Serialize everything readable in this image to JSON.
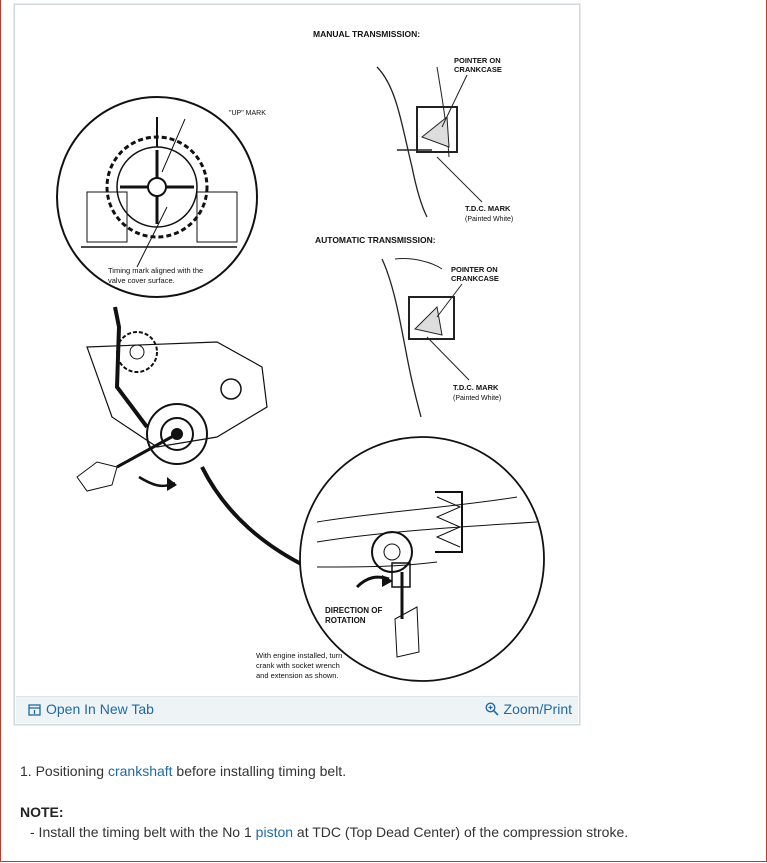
{
  "figure": {
    "labels": {
      "manual_title": "MANUAL TRANSMISSION:",
      "pointer_line1": "POINTER ON",
      "pointer_line2": "CRANKCASE",
      "up_mark": "\"UP\" MARK",
      "tdc_line1": "T.D.C. MARK",
      "tdc_line2": "(Painted White)",
      "auto_title": "AUTOMATIC TRANSMISSION:",
      "timing_line1": "Timing mark aligned with the",
      "timing_line2": "valve cover surface.",
      "direction_line1": "DIRECTION OF",
      "direction_line2": "ROTATION",
      "install_line1": "With engine installed, turn",
      "install_line2": "crank with socket wrench",
      "install_line3": "and extension as shown."
    },
    "open_new_tab_label": "Open In New Tab",
    "zoom_print_label": "Zoom/Print",
    "link_color": "#1f6aa5"
  },
  "content": {
    "step_prefix": "1. Positioning ",
    "step_link": "crankshaft",
    "step_suffix": " before installing timing belt.",
    "note_label": "NOTE:",
    "note_prefix": "-  Install the timing belt with the No 1 ",
    "note_link": "piston",
    "note_suffix": " at TDC (Top Dead Center) of the compression stroke."
  }
}
